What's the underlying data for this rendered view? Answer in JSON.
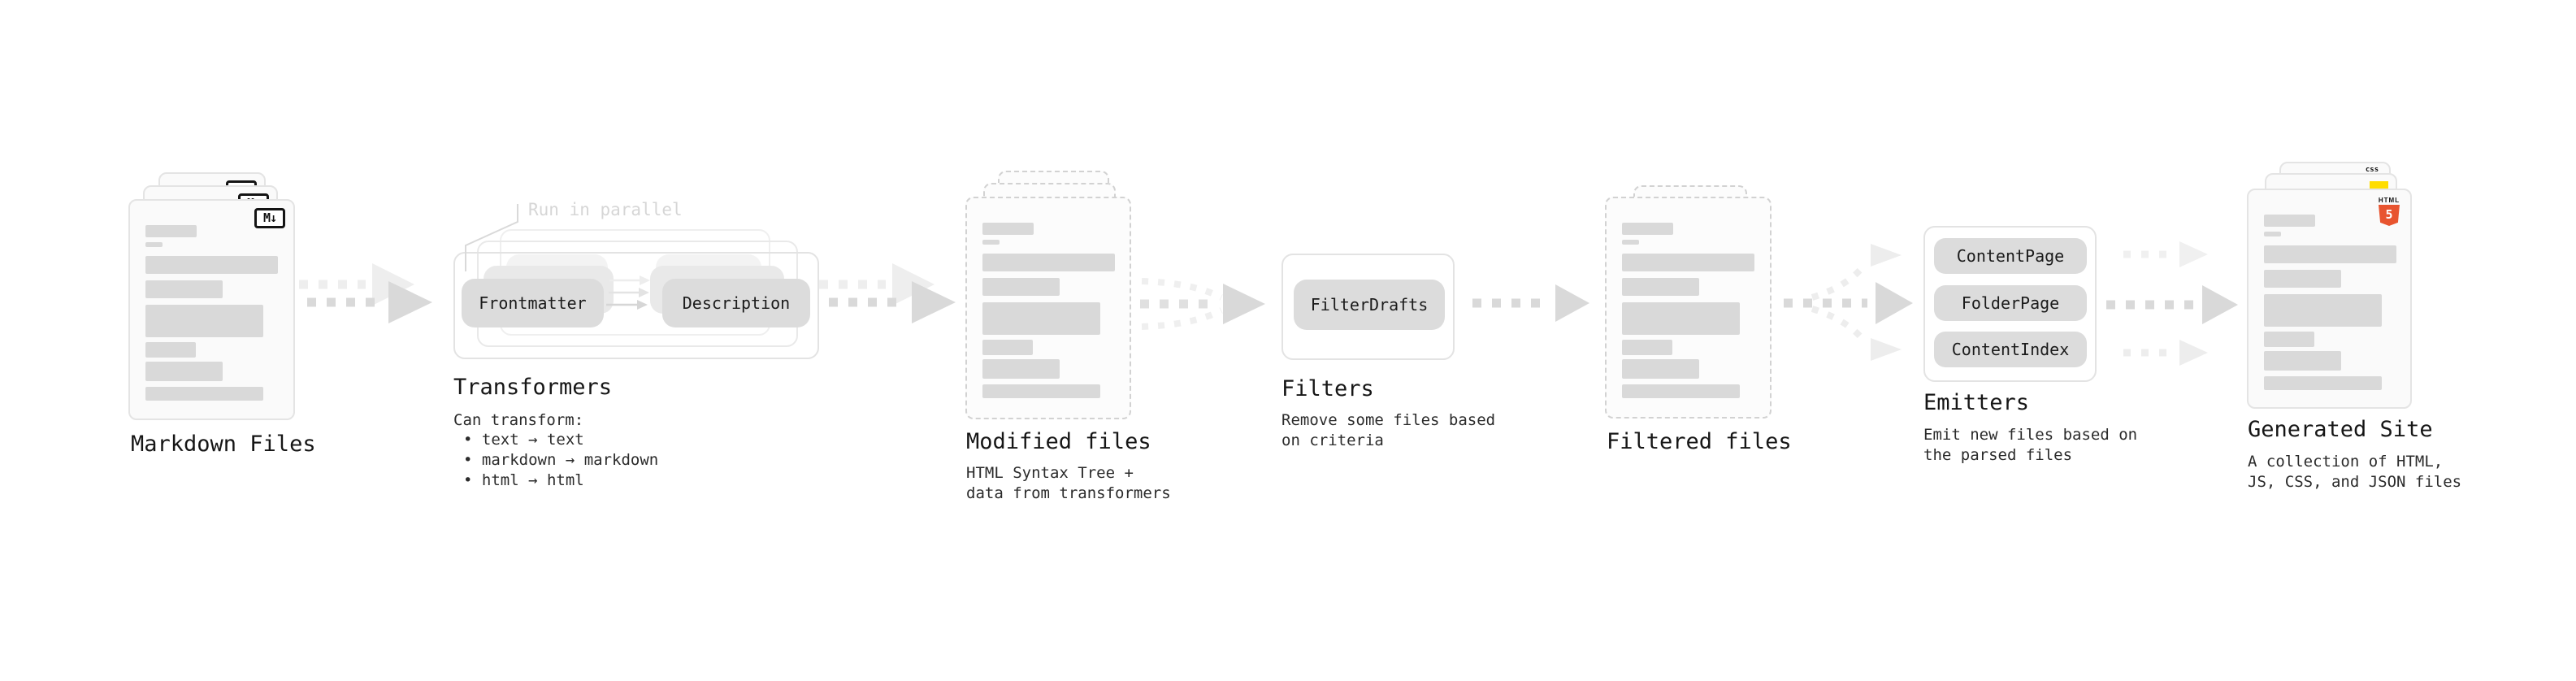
{
  "stages": {
    "markdown": {
      "label": "Markdown Files"
    },
    "transformers": {
      "label": "Transformers",
      "annotation": "Run in parallel",
      "pill_a": "Frontmatter",
      "pill_b": "Description",
      "desc_title": "Can transform:",
      "bullets": [
        "• text → text",
        "• markdown → markdown",
        "• html → html"
      ]
    },
    "modified": {
      "label": "Modified files",
      "desc1": "HTML Syntax Tree +",
      "desc2": "data from transformers"
    },
    "filters": {
      "label": "Filters",
      "pill": "FilterDrafts",
      "desc1": "Remove some files based",
      "desc2": "on criteria"
    },
    "filtered": {
      "label": "Filtered files"
    },
    "emitters": {
      "label": "Emitters",
      "pills": [
        "ContentPage",
        "FolderPage",
        "ContentIndex"
      ],
      "desc1": "Emit new files based on",
      "desc2": "the parsed files"
    },
    "generated": {
      "label": "Generated Site",
      "desc1": "A collection of HTML,",
      "desc2": "JS, CSS, and JSON files"
    }
  },
  "icons": {
    "markdown_badge": "M↓",
    "html5_top": "HTML",
    "html5_number": "5",
    "css_label": "css"
  },
  "colors": {
    "html5_orange": "#e8542f",
    "js_yellow": "#ffdd00",
    "css_blue": "#2760e5",
    "arrow_gray": "#d9d9d9",
    "pill_gray": "#dcdcdc"
  }
}
